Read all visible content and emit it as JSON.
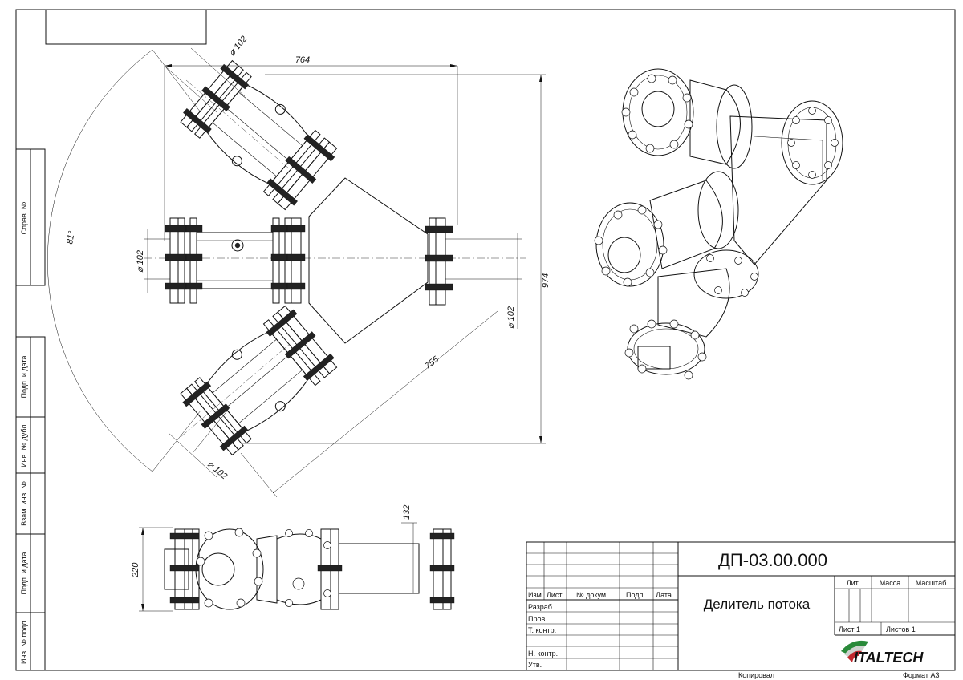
{
  "drawing": {
    "dims": {
      "width_top": "764",
      "height_right": "974",
      "diag_755": "755",
      "diam_top": "⌀ 102",
      "diam_left": "⌀ 102",
      "diam_right": "⌀ 102",
      "diam_bottom": "⌀ 102",
      "angle": "81°",
      "side_height": "220",
      "side_132": "132"
    },
    "side_labels": [
      "Инв. № подл.",
      "Подп. и дата",
      "Взам. инв. №",
      "Инв. № дубл.",
      "Подп. и дата",
      "Справ. №"
    ]
  },
  "title_block": {
    "doc_number": "ДП-03.00.000",
    "title": "Делитель потока",
    "col_izm": "Изм.",
    "col_list": "Лист",
    "col_doc": "№ докум.",
    "col_podp": "Подп.",
    "col_data": "Дата",
    "row_razrab": "Разраб.",
    "row_prov": "Пров.",
    "row_tkontr": "Т. контр.",
    "row_nkontr": "Н. контр.",
    "row_utv": "Утв.",
    "lit": "Лит.",
    "massa": "Масса",
    "masshtab": "Масштаб",
    "list": "Лист 1",
    "listov": "Листов 1",
    "logo": "ITALTECH",
    "kopiroval": "Копировал",
    "format": "Формат А3"
  }
}
